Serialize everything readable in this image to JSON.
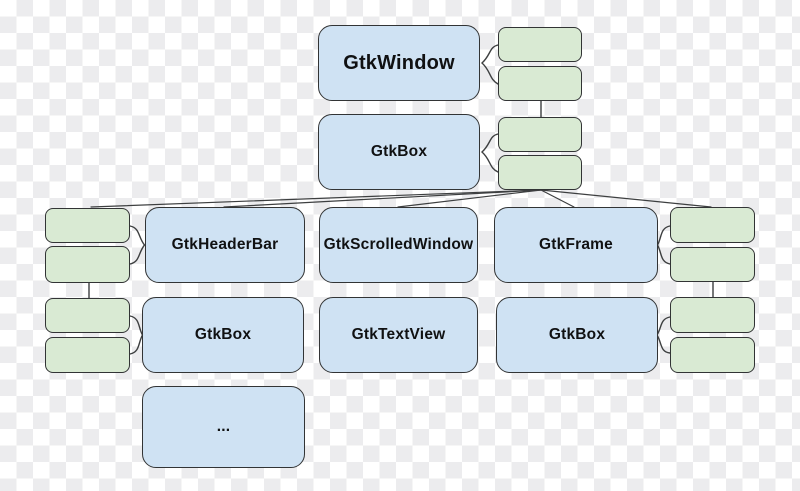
{
  "diagram": {
    "description": "GTK widget hierarchy diagram on transparent checkerboard",
    "nodes": {
      "gtkwindow": "GtkWindow",
      "gtkbox_top": "GtkBox",
      "gtkheaderbar": "GtkHeaderBar",
      "gtkscrolledwindow": "GtkScrolledWindow",
      "gtkframe": "GtkFrame",
      "gtkbox_left": "GtkBox",
      "gtktextview": "GtkTextView",
      "gtkbox_right": "GtkBox",
      "ellipsis": "..."
    },
    "unlabeled_child_node_count": 12,
    "colors": {
      "widget_node_fill": "#cfe2f3",
      "child_node_fill": "#d9ead3",
      "node_border": "#323435",
      "connector": "#3d3f40",
      "checker_gray": "#ececee",
      "checker_white": "#ffffff",
      "label_text": "#101112"
    }
  }
}
